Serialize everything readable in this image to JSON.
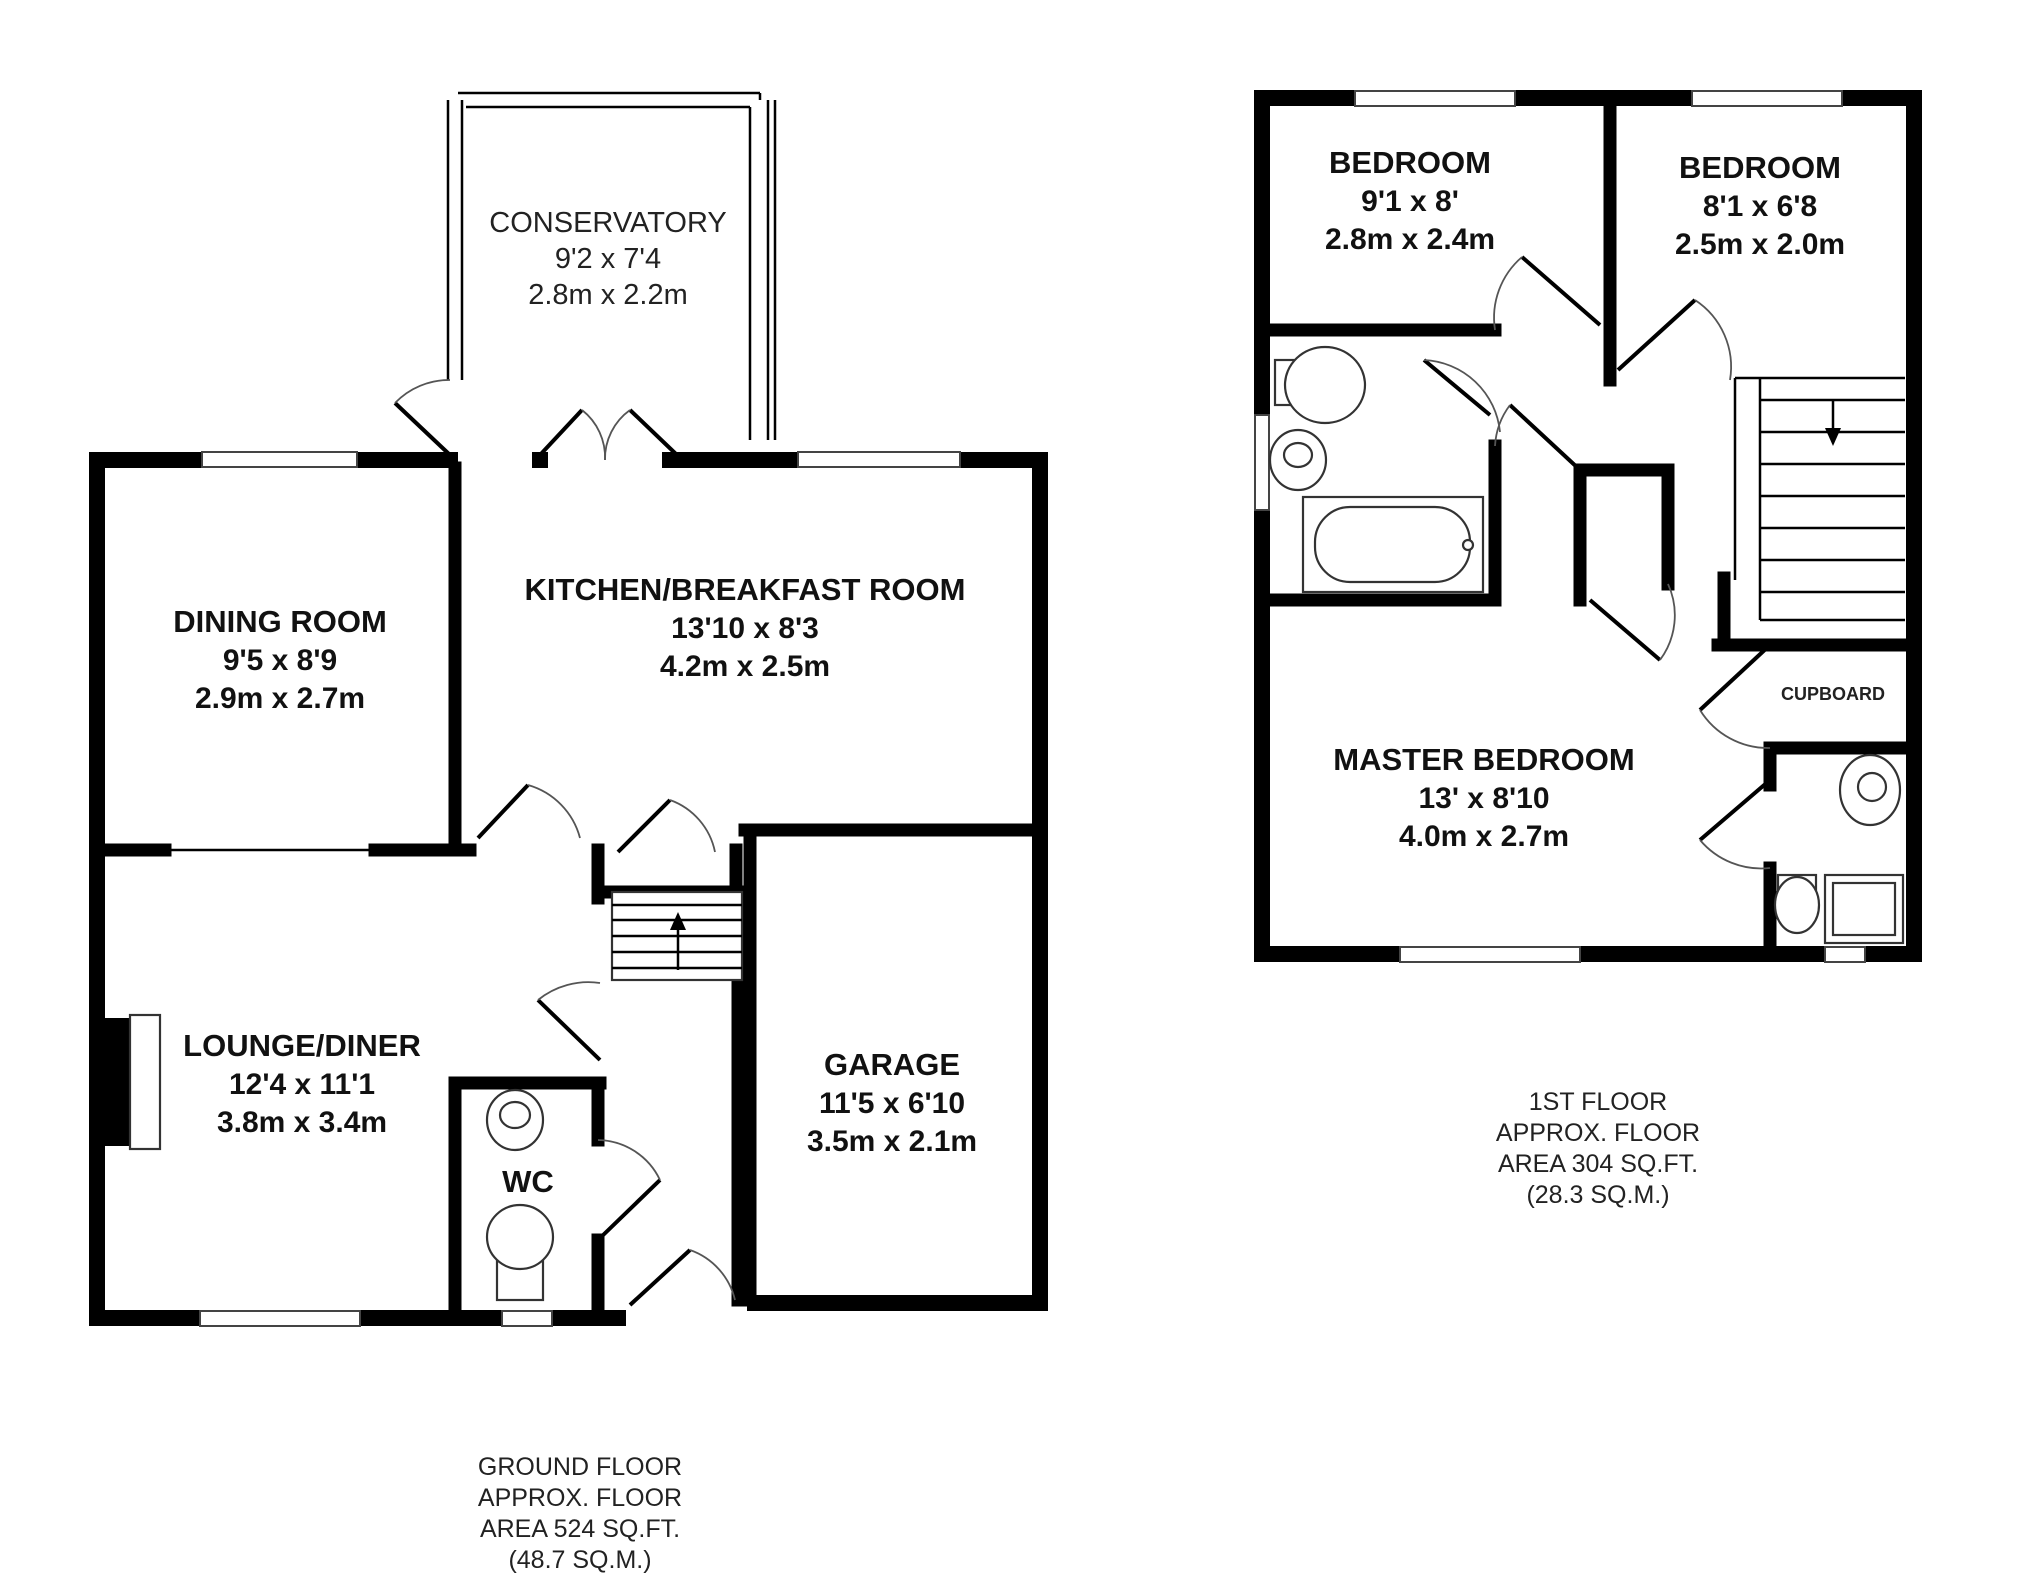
{
  "ground_floor": {
    "rooms": {
      "conservatory": {
        "name": "CONSERVATORY",
        "imperial": "9'2 x 7'4",
        "metric": "2.8m x 2.2m"
      },
      "dining_room": {
        "name": "DINING ROOM",
        "imperial": "9'5 x 8'9",
        "metric": "2.9m x 2.7m"
      },
      "kitchen": {
        "name": "KITCHEN/BREAKFAST ROOM",
        "imperial": "13'10 x 8'3",
        "metric": "4.2m x 2.5m"
      },
      "lounge": {
        "name": "LOUNGE/DINER",
        "imperial": "12'4 x 11'1",
        "metric": "3.8m x 3.4m"
      },
      "garage": {
        "name": "GARAGE",
        "imperial": "11'5 x 6'10",
        "metric": "3.5m x 2.1m"
      },
      "wc": {
        "name": "WC"
      }
    },
    "area_label": {
      "line1": "GROUND FLOOR",
      "line2": "APPROX. FLOOR",
      "line3": "AREA 524 SQ.FT.",
      "line4": "(48.7 SQ.M.)"
    }
  },
  "first_floor": {
    "rooms": {
      "bedroom_1": {
        "name": "BEDROOM",
        "imperial": "9'1 x 8'",
        "metric": "2.8m x 2.4m"
      },
      "bedroom_2": {
        "name": "BEDROOM",
        "imperial": "8'1 x 6'8",
        "metric": "2.5m x 2.0m"
      },
      "master": {
        "name": "MASTER BEDROOM",
        "imperial": "13' x 8'10",
        "metric": "4.0m x 2.7m"
      },
      "cupboard": {
        "name": "CUPBOARD"
      }
    },
    "area_label": {
      "line1": "1ST FLOOR",
      "line2": "APPROX. FLOOR",
      "line3": "AREA 304 SQ.FT.",
      "line4": "(28.3 SQ.M.)"
    }
  }
}
